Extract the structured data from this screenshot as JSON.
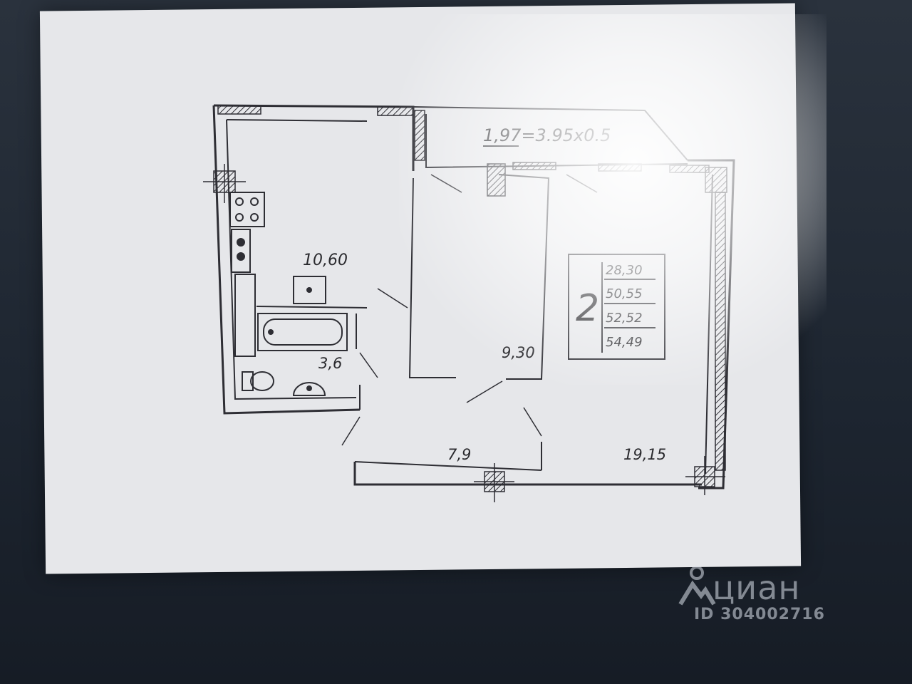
{
  "plan": {
    "balcony_formula": "1,97=3.95x0.5",
    "rooms": {
      "kitchen_area": "10,60",
      "bathroom_area": "3,6",
      "bedroom_area": "9,30",
      "hall_area": "7,9",
      "living_area": "19,15"
    },
    "summary": {
      "room_count": "2",
      "living_total": "28,30",
      "total_area": "50,55",
      "total_with_balcony": "52,52",
      "total_area_full": "54,49"
    }
  },
  "watermark": {
    "brand": "циан",
    "listing_id": "ID 304002716"
  },
  "colors": {
    "line": "#2e2e34",
    "screen": "#e6e7ea",
    "background": "#1f2733"
  }
}
